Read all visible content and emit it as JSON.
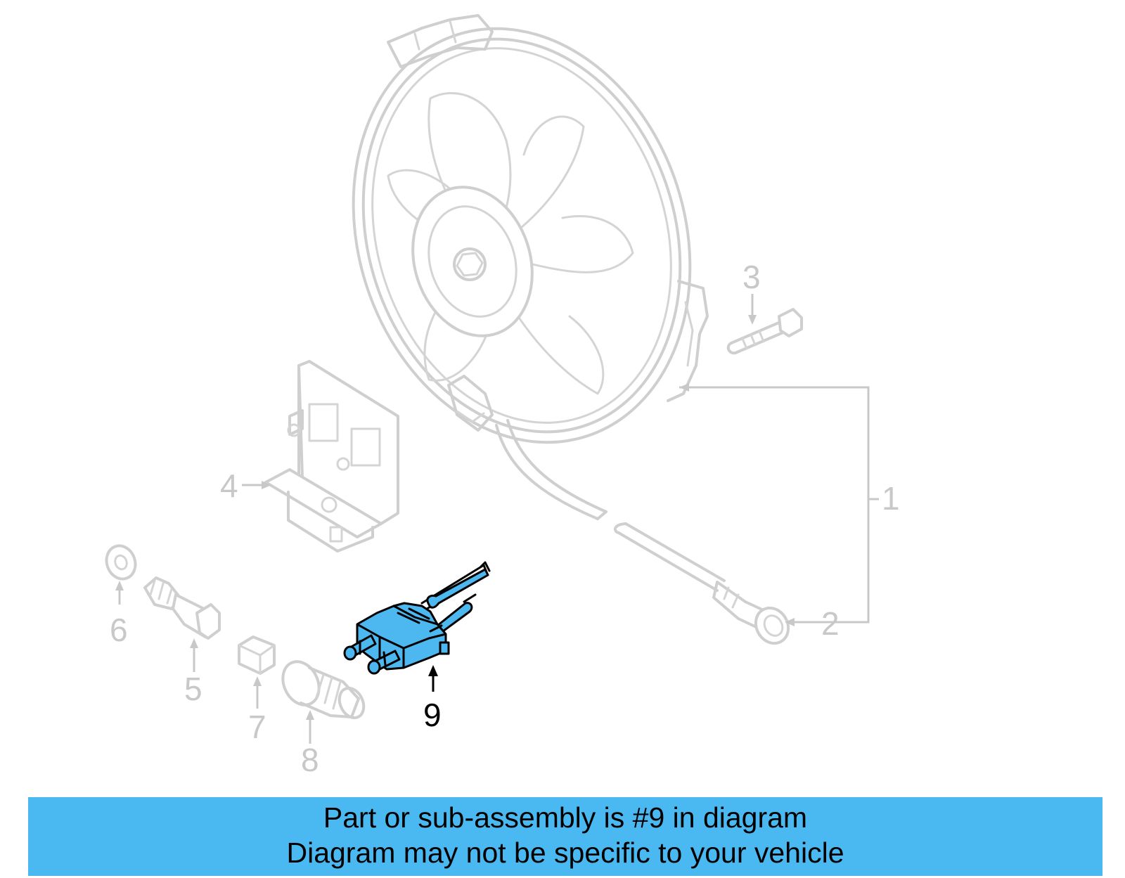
{
  "callouts": {
    "c1": "1",
    "c2": "2",
    "c3": "3",
    "c4": "4",
    "c5": "5",
    "c6": "6",
    "c7": "7",
    "c8": "8",
    "c9": "9"
  },
  "highlighted_part": "9",
  "colors": {
    "highlight": "#4db8f0",
    "banner": "#4ab9f2",
    "ghost_lines": "#cfcfcf"
  },
  "banner": {
    "line1": "Part or sub-assembly is #9 in diagram",
    "line2": "Diagram may not be specific to your vehicle"
  }
}
